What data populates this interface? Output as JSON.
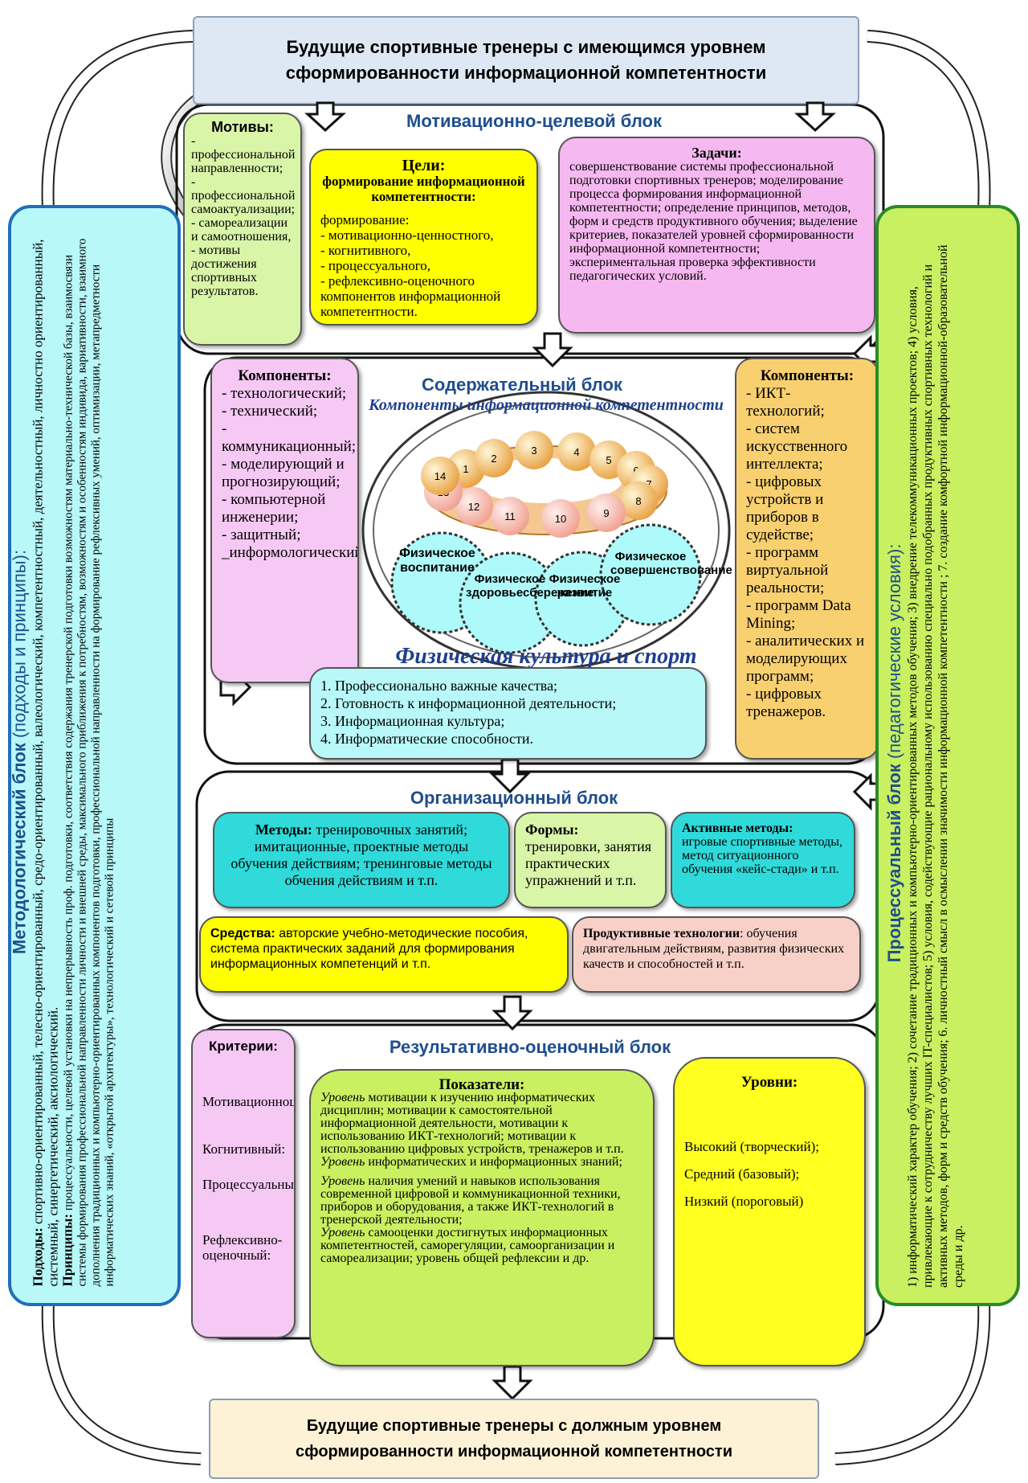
{
  "top_scroll": "Будущие спортивные тренеры с имеющимся уровнем\nсформированности информационной компетентности",
  "bottom_scroll": "Будущие спортивные тренеры с должным уровнем\nсформированности информационной компетентности",
  "motivation_block": {
    "title": "Мотивационно-целевой блок",
    "motives_title": "Мотивы:",
    "motives_text": "- профессиональной направленности;\n- профессиональной самоактуализации;\n- самореализации и самоотношения,\n- мотивы достижения спортивных результатов.",
    "goals_title": "Цели:",
    "goals_subtitle": "формирование информационной компетентности:",
    "goals_text": "формирование:\n- мотивационно-ценностного,\n- когнитивного,\n- процессуального,\n- рефлексивно-оценочного компонентов информационной компетентности.",
    "tasks_title": "Задачи:",
    "tasks_text": "совершенствование системы профессиональной подготовки спортивных тренеров; моделирование процесса формирования информационной компетентности; определение принципов, методов, форм и средств продуктивного обучения; выделение критериев, показателей уровней сформированности информационной компетентности; экспериментальная проверка эффективности педагогических условий."
  },
  "content_block": {
    "title": "Содержательный блок",
    "left_title": "Компоненты:",
    "left_text": "- технологический;\n- технический;\n- коммуникационный;\n- моделирующий и прогнозирующий;\n- компьютерной инженерии;\n- защитный;\n_информологический.",
    "right_title": "Компоненты:",
    "right_text": "- ИКТ-технологий;\n- систем искусственного интеллекта;\n- цифровых устройств и приборов в судействе;\n- программ виртуальной реальности;\n- программ Data Mining;\n- аналитических и моделирующих программ;\n- цифровых тренажеров.",
    "ring_caption": "Компоненты информационной компетентности",
    "ring_numbers": [
      "1",
      "2",
      "3",
      "4",
      "5",
      "6",
      "7",
      "8",
      "9",
      "10",
      "11",
      "12",
      "13",
      "14"
    ],
    "circles": [
      "Физическое воспитание",
      "Физическое здоровьесбережение",
      "Физическое развитие",
      "Физическое совершенствование"
    ],
    "bottom_caption": "Физическая культура и спорт",
    "qualities": [
      "1. Профессионально важные качества;",
      "2. Готовность к информационной деятельности;",
      "3. Информационная культура;",
      "4. Информатические способности."
    ]
  },
  "org_block": {
    "title": "Организационный блок",
    "methods_title": "Методы:",
    "methods_text": " тренировочных занятий; имитационные, проектные методы обучения действиям; тренинговые методы обчения действиям и т.п.",
    "forms_title": "Формы:",
    "forms_text": " тренировки, занятия практических упражнений и т.п.",
    "active_title": "Активные методы:",
    "active_text": "игровые спортивные методы, метод ситуационного обучения «кейс-стади» и т.п.",
    "means_title": "Средства:",
    "means_text": " авторские учебно-методические пособия, система практических заданий для формирования информационных компетенций и т.п.",
    "tech_title": "Продуктивные технологии",
    "tech_text": ": обучения двигательным действиям, развития физических качеств и способностей и т.п."
  },
  "result_block": {
    "title": "Результативно-оценочный блок",
    "criteria_title": "Критерии:",
    "criteria": [
      "Мотивационноценностный:",
      "Когнитивный:",
      "Процессуальный:",
      "Рефлексивно-оценочный:"
    ],
    "indicators_title": "Показатели:",
    "indicators": [
      {
        "lead": "Уровень",
        "text": " мотивации к изучению информатических дисциплин; мотивации к самостоятельной информационной деятельности, мотивации к использованию ИКТ-технологий; мотивации к использованию цифровых устройств, тренажеров и т.п."
      },
      {
        "lead": "Уровень",
        "text": " информатических и информационных знаний;"
      },
      {
        "lead": "Уровень",
        "text": " наличия умений и навыков использования современной цифровой и коммуникационной техники, приборов и оборудования, а также ИКТ-технологий в тренерской деятельности;"
      },
      {
        "lead": "Уровень",
        "text": " самооценки достигнутых информационных компетентностей, саморегуляции, самоорганизации и самореализации; уровень общей рефлексии и др."
      }
    ],
    "levels_title": "Уровни:",
    "levels": [
      "Высокий (творческий);",
      "Средний (базовый);",
      "Низкий (пороговый)"
    ]
  },
  "left_panel": {
    "title": "Методологический блок",
    "title_suffix": " (подходы и принципы):",
    "approaches_label": "Подходы:",
    "approaches_text": " спортивно-ориентированный, телесно-ориентированный, средо-ориентированный, валеологический, компетентностный, деятельностный, личностно ориентированный, системный, синергетический, аксиологический.",
    "principles_label": "Принципы:",
    "principles_text": " процессуальности, целевой установки на непрерывность проф. подготовки, соответствия содержания тренерской подготовки возможностям материально-технической базы, взаимосвязи системы формирования профессиональной направленности личности и внешней среды, максимального приближения к потребностям, возможностям и особенностям индивида, вариативности, взаимного дополнения традиционных и компьютерно-ориентированных компонентов подготовки, профессиональной направленности на формирование рефлексивных умений, оптимизации, метапредметности информатических знаний, «открытой архитектуры», технологический и сетевой принципы"
  },
  "right_panel": {
    "title": "Процессуальный блок",
    "title_suffix": " (педагогические условия):",
    "text": "1) информатический характер обучения; 2) сочетание традиционных и компьютерно-ориентированных методов обучения; 3) внедрение телекоммуникационных проектов; 4) условия, привлекающие к сотрудничеству лучших IT-специалистов; 5) условия, содействующие рациональному использованию специально подобранных продуктивных спортивных технологий и активных методов, форм и средств обучения; 6. личностный смысл в осмыслении значимости информационной компетентности ; 7. создание комфортной информационной-образовательной среды и др."
  },
  "colors": {
    "motives_bg": "#d8f5a8",
    "goals_bg": "#ffff00",
    "tasks_bg": "#f6b8f0",
    "left_comp_bg": "#f6c8f4",
    "right_comp_bg": "#f8d070",
    "qualities_bg": "#b8f8f8",
    "methods_bg": "#30dada",
    "forms_bg": "#d8f5a8",
    "active_bg": "#30dada",
    "means_bg": "#ffff00",
    "tech_bg": "#f7d0c8",
    "criteria_bg": "#f6c8f4",
    "indicators_bg": "#c8f060",
    "levels_bg": "#ffff20",
    "left_panel_bg": "#b8f8f8",
    "left_panel_border": "#1f6fb8",
    "right_panel_bg": "#c8f060",
    "right_panel_border": "#2a8a2a",
    "block_title": "#1f4e8c"
  }
}
